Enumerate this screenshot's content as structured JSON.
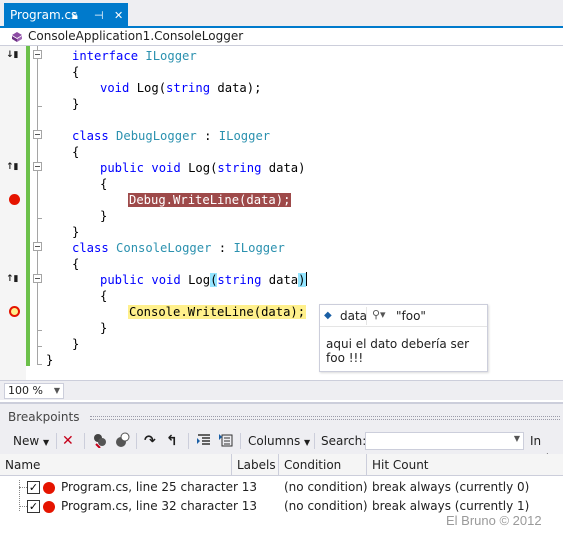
{
  "tab": {
    "title": "Program.cs",
    "pin_icon": "pin-icon",
    "close_icon": "close-icon"
  },
  "nav": {
    "member": "ConsoleApplication1.ConsoleLogger"
  },
  "code": {
    "lines": [
      {
        "parts": [
          [
            "kw",
            "interface "
          ],
          [
            "ty",
            "ILogger"
          ]
        ]
      },
      {
        "parts": [
          [
            "tx",
            "{"
          ]
        ]
      },
      {
        "parts": [
          [
            "kw",
            "void "
          ],
          [
            "tx",
            "Log("
          ],
          [
            "kw",
            "string "
          ],
          [
            "tx",
            "data);"
          ]
        ]
      },
      {
        "parts": [
          [
            "tx",
            "}"
          ]
        ]
      },
      {
        "parts": []
      },
      {
        "parts": [
          [
            "kw",
            "class "
          ],
          [
            "ty",
            "DebugLogger"
          ],
          [
            "tx",
            " : "
          ],
          [
            "ty",
            "ILogger"
          ]
        ]
      },
      {
        "parts": [
          [
            "tx",
            "{"
          ]
        ]
      },
      {
        "parts": [
          [
            "kw",
            "public void "
          ],
          [
            "tx",
            "Log("
          ],
          [
            "kw",
            "string "
          ],
          [
            "tx",
            "data)"
          ]
        ]
      },
      {
        "parts": [
          [
            "tx",
            "{"
          ]
        ]
      },
      {
        "parts": [
          [
            "bp",
            "Debug.WriteLine(data);"
          ]
        ]
      },
      {
        "parts": [
          [
            "tx",
            "}"
          ]
        ]
      },
      {
        "parts": [
          [
            "tx",
            "}"
          ]
        ]
      },
      {
        "parts": [
          [
            "kw",
            "class "
          ],
          [
            "ty",
            "ConsoleLogger"
          ],
          [
            "tx",
            " : "
          ],
          [
            "ty",
            "ILogger"
          ]
        ]
      },
      {
        "parts": [
          [
            "tx",
            "{"
          ]
        ]
      },
      {
        "parts": [
          [
            "kw",
            "public void "
          ],
          [
            "tx",
            "Log"
          ],
          [
            "br",
            "("
          ],
          [
            "kw",
            "string "
          ],
          [
            "tx",
            "data"
          ],
          [
            "br",
            ")"
          ],
          [
            "caret",
            ""
          ]
        ]
      },
      {
        "parts": [
          [
            "tx",
            "{"
          ]
        ]
      },
      {
        "parts": [
          [
            "cur",
            "Console.WriteLine(data);"
          ]
        ]
      },
      {
        "parts": [
          [
            "tx",
            "}"
          ]
        ]
      },
      {
        "parts": [
          [
            "tx",
            "}"
          ]
        ]
      },
      {
        "parts": [
          [
            "tx",
            "}"
          ]
        ]
      }
    ]
  },
  "datatip": {
    "name": "data",
    "value": "\"foo\"",
    "comment": "aqui el dato debería ser foo !!!"
  },
  "zoom": {
    "value": "100 %"
  },
  "breakpoints": {
    "title": "Breakpoints",
    "toolbar": {
      "new_label": "New",
      "columns_label": "Columns",
      "search_label": "Search:",
      "in_col_label": "In Col"
    },
    "columns": [
      "Name",
      "Labels",
      "Condition",
      "Hit Count"
    ],
    "rows": [
      {
        "checked": true,
        "name": "Program.cs, line 25 character 13",
        "labels": "",
        "condition": "(no condition)",
        "hit_count": "break always (currently 0)"
      },
      {
        "checked": true,
        "name": "Program.cs, line 32 character 13",
        "labels": "",
        "condition": "(no condition)",
        "hit_count": "break always (currently 1)"
      }
    ]
  },
  "watermark": "El Bruno © 2012",
  "colors": {
    "accent": "#007acc",
    "breakpoint": "#e51400",
    "current_line": "#fff08c",
    "bp_line": "#9e4a4a",
    "change_bar": "#6cc04a"
  }
}
